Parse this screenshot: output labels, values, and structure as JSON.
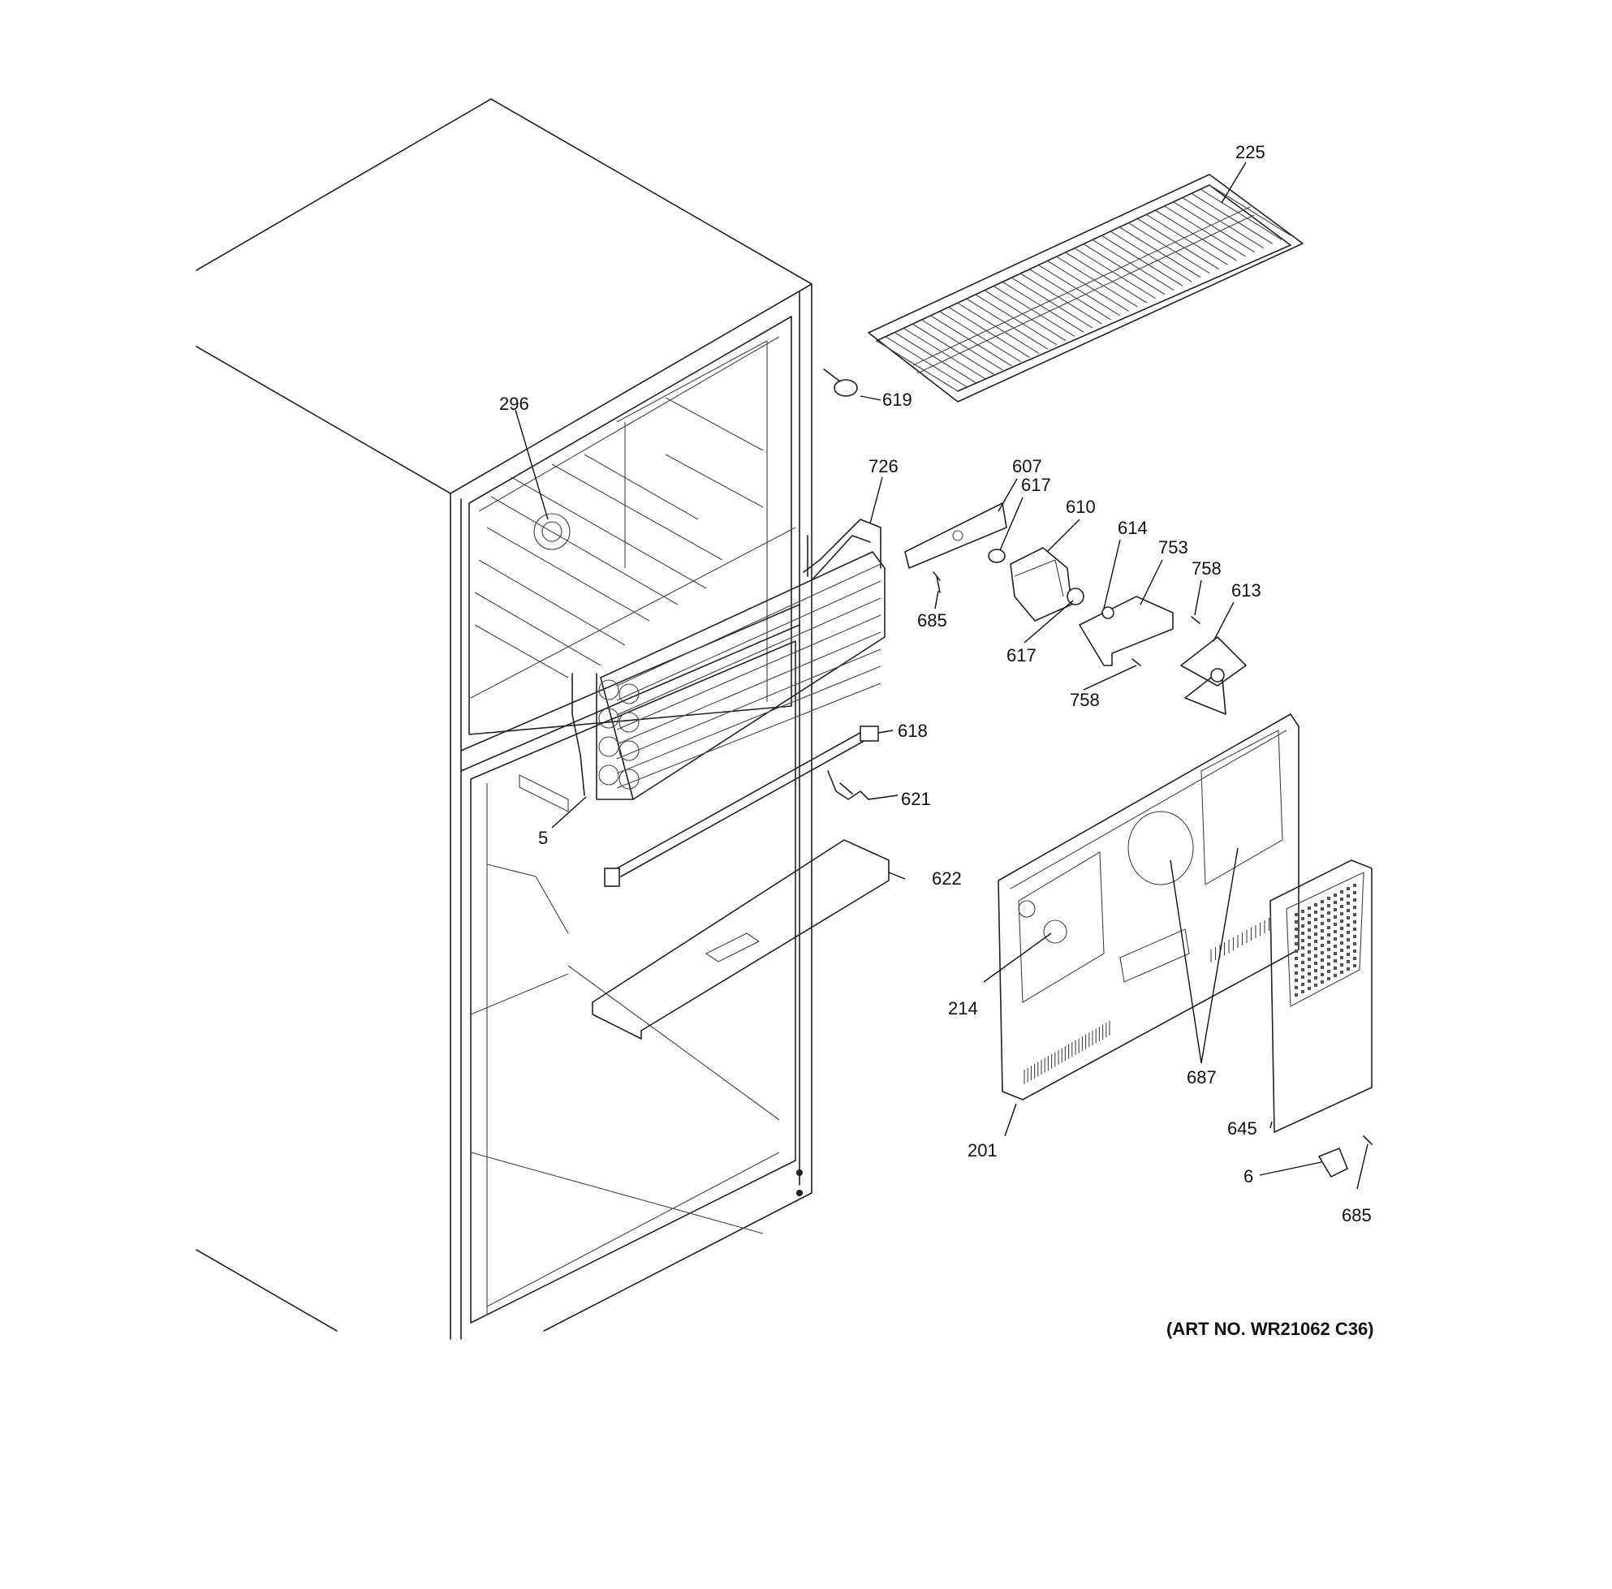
{
  "diagram": {
    "art_number": "(ART NO. WR21062 C36)",
    "callouts": [
      {
        "id": "c225",
        "text": "225"
      },
      {
        "id": "c619",
        "text": "619"
      },
      {
        "id": "c296",
        "text": "296"
      },
      {
        "id": "c726",
        "text": "726"
      },
      {
        "id": "c607",
        "text": "607"
      },
      {
        "id": "c617a",
        "text": "617"
      },
      {
        "id": "c610",
        "text": "610"
      },
      {
        "id": "c614",
        "text": "614"
      },
      {
        "id": "c753",
        "text": "753"
      },
      {
        "id": "c758a",
        "text": "758"
      },
      {
        "id": "c613",
        "text": "613"
      },
      {
        "id": "c685a",
        "text": "685"
      },
      {
        "id": "c617b",
        "text": "617"
      },
      {
        "id": "c758b",
        "text": "758"
      },
      {
        "id": "c618",
        "text": "618"
      },
      {
        "id": "c621",
        "text": "621"
      },
      {
        "id": "c5",
        "text": "5"
      },
      {
        "id": "c622",
        "text": "622"
      },
      {
        "id": "c214",
        "text": "214"
      },
      {
        "id": "c687",
        "text": "687"
      },
      {
        "id": "c645",
        "text": "645"
      },
      {
        "id": "c201",
        "text": "201"
      },
      {
        "id": "c6",
        "text": "6"
      },
      {
        "id": "c685b",
        "text": "685"
      }
    ]
  }
}
